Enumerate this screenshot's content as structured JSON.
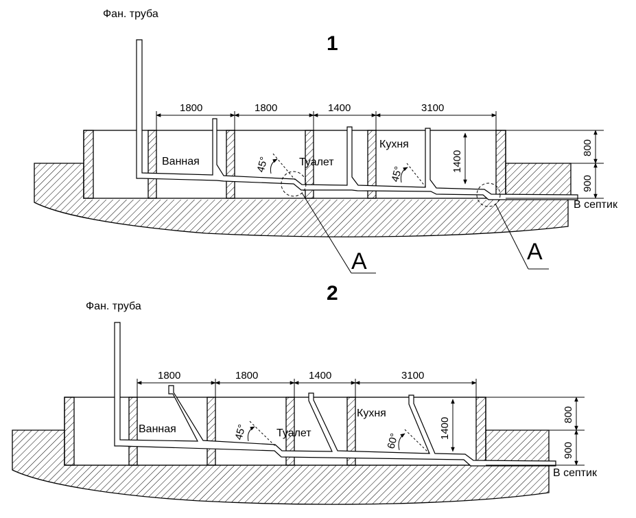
{
  "diagram1": {
    "number": "1",
    "fan_pipe_label": "Фан. труба",
    "rooms": {
      "bath": "Ванная",
      "toilet": "Туалет",
      "kitchen": "Кухня"
    },
    "spans": [
      "1800",
      "1800",
      "1400",
      "3100"
    ],
    "heights": {
      "upper": "800",
      "lower": "900",
      "total": "1400"
    },
    "angles": [
      "45°",
      "45°"
    ],
    "outlet_label": "В септик",
    "detail_marks": [
      "A",
      "A"
    ]
  },
  "diagram2": {
    "number": "2",
    "fan_pipe_label": "Фан. труба",
    "rooms": {
      "bath": "Ванная",
      "toilet": "Туалет",
      "kitchen": "Кухня"
    },
    "spans": [
      "1800",
      "1800",
      "1400",
      "3100"
    ],
    "heights": {
      "upper": "800",
      "lower": "900",
      "total": "1400"
    },
    "angles": [
      "45°",
      "60°"
    ],
    "outlet_label": "В септик"
  }
}
